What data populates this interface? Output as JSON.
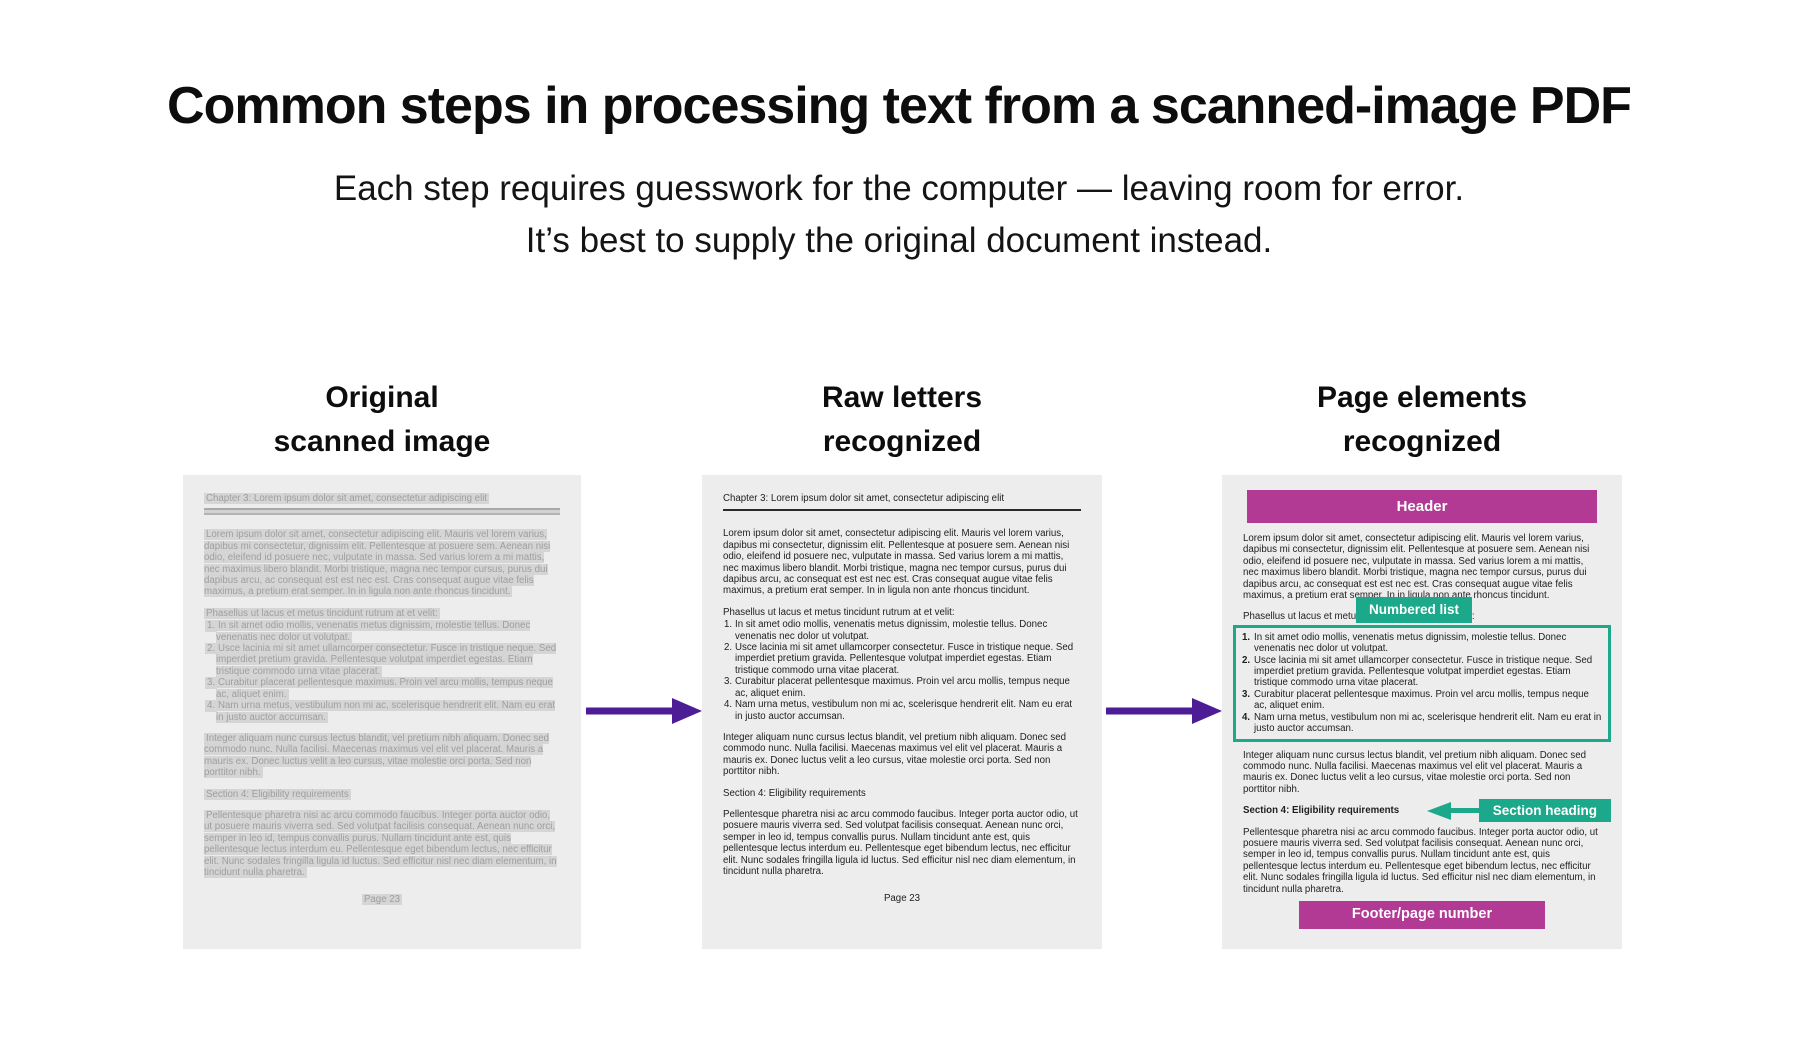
{
  "title": "Common steps in processing text from a scanned-image PDF",
  "subtitle": {
    "line1": "Each step requires guesswork for the computer — leaving room for error.",
    "line2": "It’s best to supply the original document instead."
  },
  "columns": [
    {
      "heading1": "Original",
      "heading2": "scanned image"
    },
    {
      "heading1": "Raw letters",
      "heading2": "recognized"
    },
    {
      "heading1": "Page elements",
      "heading2": "recognized"
    }
  ],
  "doc": {
    "chapter": "Chapter 3: Lorem ipsum dolor sit amet, consectetur adipiscing elit",
    "para1": "Lorem ipsum dolor sit amet, consectetur adipiscing elit. Mauris vel lorem varius, dapibus mi consectetur, dignissim elit. Pellentesque at posuere sem. Aenean nisi odio, eleifend id posuere nec, vulputate in massa. Sed varius lorem a mi mattis, nec maximus libero blandit. Morbi tristique, magna nec tempor cursus, purus dui dapibus arcu, ac consequat est est nec est. Cras consequat augue vitae felis maximus, a pretium erat semper. In in ligula non ante rhoncus tincidunt.",
    "list_intro": "Phasellus ut lacus et metus tincidunt rutrum at et velit:",
    "items": [
      {
        "num": "1.",
        "text": "In sit amet odio mollis, venenatis metus dignissim, molestie tellus. Donec venenatis nec dolor ut volutpat."
      },
      {
        "num": "2.",
        "text": "Usce lacinia mi sit amet ullamcorper consectetur. Fusce in tristique neque. Sed imperdiet pretium gravida. Pellentesque volutpat imperdiet egestas. Etiam tristique commodo urna vitae placerat."
      },
      {
        "num": "3.",
        "text": "Curabitur placerat pellentesque maximus. Proin vel arcu mollis, tempus neque ac, aliquet enim."
      },
      {
        "num": "4.",
        "text": "Nam urna metus, vestibulum non mi ac, scelerisque hendrerit elit. Nam eu erat in justo auctor accumsan."
      }
    ],
    "para2": "Integer aliquam nunc cursus lectus blandit, vel pretium nibh aliquam. Donec sed commodo nunc. Nulla facilisi. Maecenas maximus vel elit vel placerat. Mauris a mauris ex. Donec luctus velit a leo cursus, vitae molestie orci porta. Sed non porttitor nibh.",
    "section": "Section 4: Eligibility requirements",
    "para3": "Pellentesque pharetra nisi ac arcu commodo faucibus. Integer porta auctor odio, ut posuere mauris viverra sed. Sed volutpat facilisis consequat. Aenean nunc orci, semper in leo id, tempus convallis purus. Nullam tincidunt ante est, quis pellentesque lectus interdum eu. Pellentesque eget bibendum lectus, nec efficitur elit. Nunc sodales fringilla ligula id luctus. Sed efficitur nisl nec diam elementum, in tincidunt nulla pharetra.",
    "pageno": "Page 23"
  },
  "labels": {
    "header": "Header",
    "numbered_list": "Numbered list",
    "section_heading": "Section heading",
    "footer": "Footer/page number"
  },
  "colors": {
    "magenta": "#B23A95",
    "teal": "#1CA88A",
    "purple": "#4C1D95",
    "panel_bg": "#EEEDED",
    "scan_text": "#9E9E9E",
    "scan_highlight": "#D5D5D5"
  }
}
